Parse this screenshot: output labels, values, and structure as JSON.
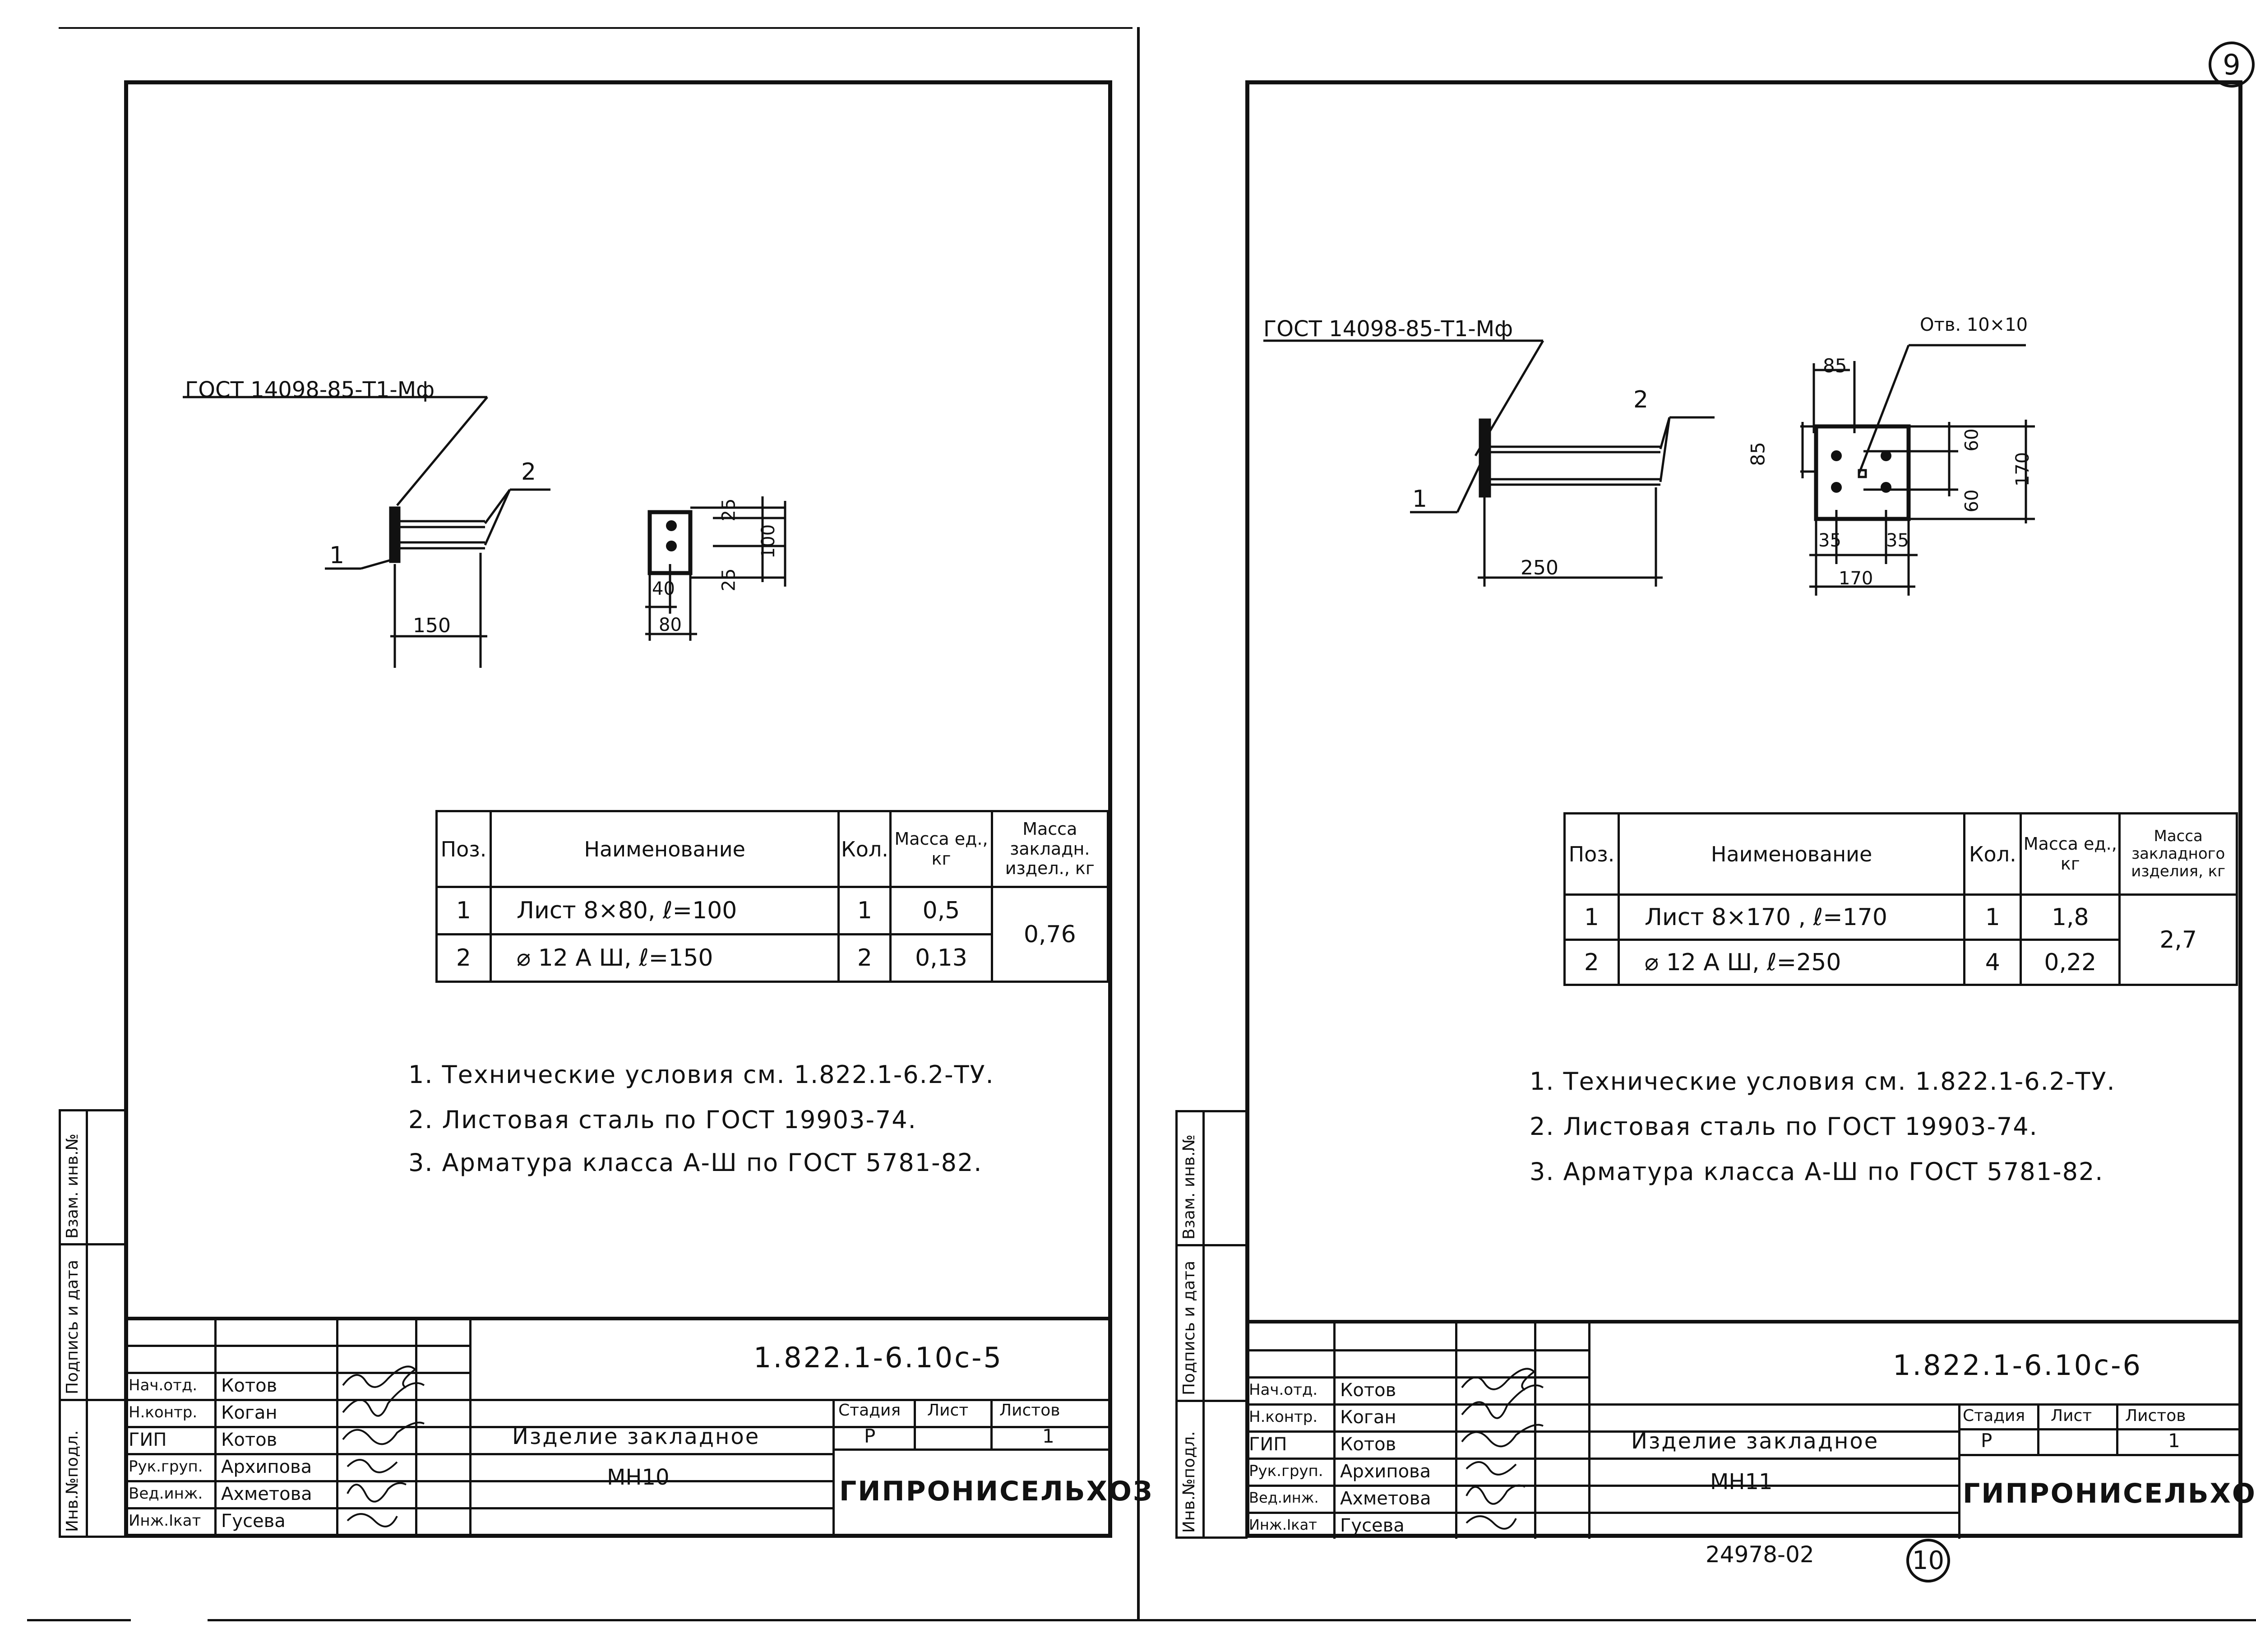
{
  "sheet_number_top": "9",
  "sheet_number_bottom": "10",
  "archive_number": "24978-02",
  "side_stamp": {
    "inv_podl": "Инв.№подл.",
    "podpis_data": "Подпись и дата",
    "vzam_inv": "Взам. инв.№"
  },
  "drawings": [
    {
      "gost_label": "ГОСТ 14098-85-Т1-Мф",
      "pos1": "1",
      "pos2": "2",
      "dims": {
        "length": "150",
        "d25a": "25",
        "d100": "100",
        "d25b": "25",
        "d40": "40",
        "d80": "80"
      },
      "table": {
        "headers": {
          "pos": "Поз.",
          "name": "Наименование",
          "qty": "Кол.",
          "mass_unit": "Масса ед., кг",
          "mass_total": "Масса закладн. издел., кг"
        },
        "rows": [
          {
            "pos": "1",
            "name": "Лист 8×80,   ℓ=100",
            "qty": "1",
            "mass": "0,5"
          },
          {
            "pos": "2",
            "name": "⌀ 12 А Ш,      ℓ=150",
            "qty": "2",
            "mass": "0,13"
          }
        ],
        "mass_total": "0,76"
      },
      "notes": [
        "1. Технические условия см. 1.822.1-6.2-ТУ.",
        "2. Листовая сталь по ГОСТ 19903-74.",
        "3. Арматура класса А-Ш по ГОСТ 5781-82."
      ],
      "title_block": {
        "code": "1.822.1-6.10с-5",
        "roles": [
          "Нач.отд.",
          "Н.контр.",
          "ГИП",
          "Рук.груп.",
          "Вед.инж.",
          "Инж.Iкат"
        ],
        "names": [
          "Котов",
          "Коган",
          "Котов",
          "Архипова",
          "Ахметова",
          "Гусева"
        ],
        "title_line1": "Изделие закладное",
        "title_line2": "МН10",
        "stage_label": "Стадия",
        "sheet_label": "Лист",
        "sheets_label": "Листов",
        "stage": "Р",
        "sheet": "",
        "sheets": "1",
        "org": "ГИПРОНИСЕЛЬХОЗ"
      }
    },
    {
      "gost_label": "ГОСТ 14098-85-Т1-Мф",
      "hole_label": "Отв. 10×10",
      "pos1": "1",
      "pos2": "2",
      "dims": {
        "length": "250",
        "d85a": "85",
        "d85b": "85",
        "d60a": "60",
        "d60b": "60",
        "d170v": "170",
        "d35a": "35",
        "d35b": "35",
        "d170h": "170"
      },
      "table": {
        "headers": {
          "pos": "Поз.",
          "name": "Наименование",
          "qty": "Кол.",
          "mass_unit": "Масса ед., кг",
          "mass_total": "Масса закладного изделия, кг"
        },
        "rows": [
          {
            "pos": "1",
            "name": "Лист  8×170 ,  ℓ=170",
            "qty": "1",
            "mass": "1,8"
          },
          {
            "pos": "2",
            "name": "⌀ 12 А Ш,        ℓ=250",
            "qty": "4",
            "mass": "0,22"
          }
        ],
        "mass_total": "2,7"
      },
      "notes": [
        "1. Технические условия см. 1.822.1-6.2-ТУ.",
        "2. Листовая сталь по ГОСТ 19903-74.",
        "3. Арматура класса А-Ш по ГОСТ 5781-82."
      ],
      "title_block": {
        "code": "1.822.1-6.10с-6",
        "roles": [
          "Нач.отд.",
          "Н.контр.",
          "ГИП",
          "Рук.груп.",
          "Вед.инж.",
          "Инж.Iкат"
        ],
        "names": [
          "Котов",
          "Коган",
          "Котов",
          "Архипова",
          "Ахметова",
          "Гусева"
        ],
        "title_line1": "Изделие закладное",
        "title_line2": "МН11",
        "stage_label": "Стадия",
        "sheet_label": "Лист",
        "sheets_label": "Листов",
        "stage": "Р",
        "sheet": "",
        "sheets": "1",
        "org": "ГИПРОНИСЕЛЬХОЗ"
      }
    }
  ]
}
